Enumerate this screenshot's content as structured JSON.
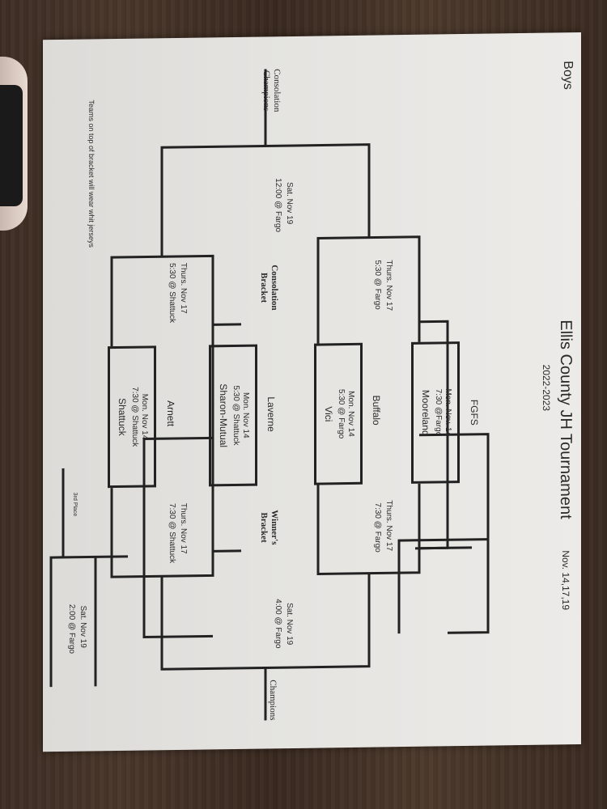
{
  "document": {
    "gender": "Boys",
    "title": "Ellis County JH Tournament",
    "season": "2022-2023",
    "dates": "Nov. 14,17,19",
    "footnote": "Teams on top of bracket will wear whit jerseys"
  },
  "colors": {
    "paper": "#e6e5e2",
    "ink": "#222222",
    "table": "#45332a"
  },
  "winners_bracket": {
    "label_line1": "Winner's",
    "label_line2": "Bracket",
    "first_round": [
      {
        "top_team": "FGFS",
        "date": "Mon. Nov. 14",
        "time_place": "7:30 @Fargo",
        "bottom_team": "Mooreland"
      },
      {
        "top_team": "Buffalo",
        "date": "Mon. Nov 14",
        "time_place": "5:30 @ Fargo",
        "bottom_team": "Vici"
      },
      {
        "top_team": "Laverne",
        "date": "Mon. Nov 14",
        "time_place": "5:30 @ Shattuck",
        "bottom_team": "Sharon-Mutual"
      },
      {
        "top_team": "Arnett",
        "date": "Mon. Nov 14",
        "time_place": "7:30 @ Shattuck",
        "bottom_team": "Shattuck"
      }
    ],
    "semifinals": [
      {
        "date": "Thurs. Nov 17",
        "time_place": "7:30 @ Fargo"
      },
      {
        "date": "Thurs. Nov 17",
        "time_place": "7:30 @ Shattuck"
      }
    ],
    "final": {
      "date": "Sat. Nov 19",
      "time_place": "4:00 @ Fargo",
      "result_label": "Champions"
    }
  },
  "consolation_bracket": {
    "label_line1": "Consolation",
    "label_line2": "Bracket",
    "semifinals": [
      {
        "date": "Thurs. Nov 17",
        "time_place": "5:30 @ Fargo"
      },
      {
        "date": "Thurs. Nov 17",
        "time_place": "5:30 @ Shattuck"
      }
    ],
    "final": {
      "date": "Sat. Nov 19",
      "time_place": "12:00 @ Fargo",
      "result_label_line1": "Consolation",
      "result_label_line2": "Champions"
    }
  },
  "third_place": {
    "label": "3rd Place",
    "date": "Sat. Nov 19",
    "time_place": "2:00 @ Fargo"
  }
}
